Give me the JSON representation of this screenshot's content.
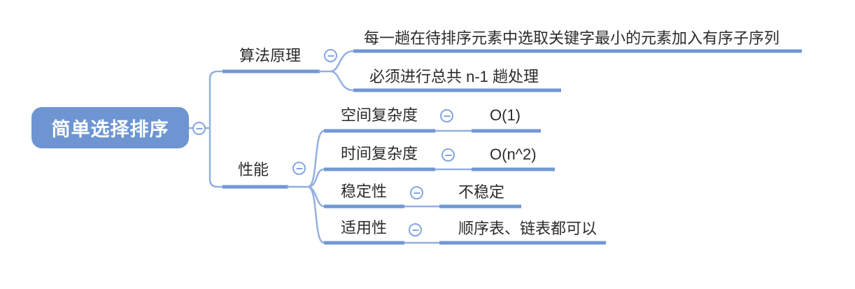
{
  "app": {
    "title": "简单选择排序思维导图"
  },
  "colors": {
    "node_fill": "#6e95d2",
    "root_text": "#ffffff",
    "line": "#7297d4",
    "thin_line": "#92afe0",
    "icon_stroke": "#84a6dd",
    "text": "#2b2b2b"
  },
  "icons": {
    "collapse": "minus-circle"
  },
  "root": {
    "label": "简单选择排序"
  },
  "branches": [
    {
      "label": "算法原理",
      "children": [
        {
          "label": "每一趟在待排序元素中选取关键字最小的元素加入有序子序列"
        },
        {
          "label": "必须进行总共 n-1 趟处理"
        }
      ]
    },
    {
      "label": "性能",
      "children": [
        {
          "label": "空间复杂度",
          "value": "O(1)"
        },
        {
          "label": "时间复杂度",
          "value": "O(n^2)"
        },
        {
          "label": "稳定性",
          "value": "不稳定"
        },
        {
          "label": "适用性",
          "value": "顺序表、链表都可以"
        }
      ]
    }
  ]
}
